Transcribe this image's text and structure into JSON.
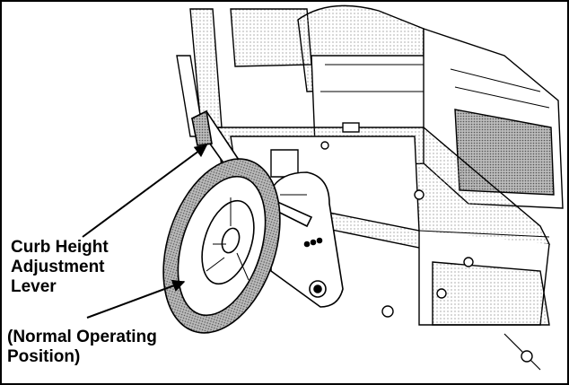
{
  "figure": {
    "callout_lever": {
      "line1": "Curb Height",
      "line2": "Adjustment",
      "line3": "Lever"
    },
    "callout_position": {
      "line1": "(Normal Operating",
      "line2": "Position)"
    },
    "colors": {
      "ink": "#000000",
      "shade": "#9a9a9a",
      "background": "#ffffff"
    }
  }
}
